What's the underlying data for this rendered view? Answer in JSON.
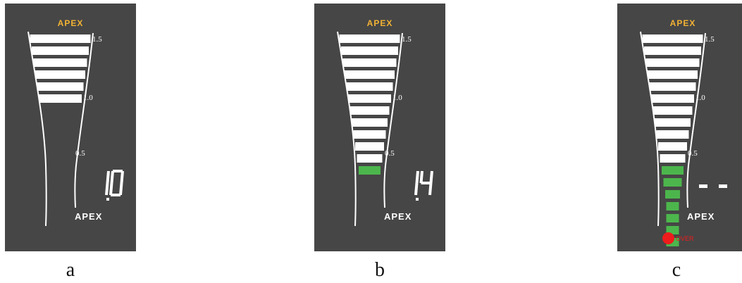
{
  "colors": {
    "panel": "#464646",
    "segment_on": "#ffffff",
    "segment_green": "#4cb64c",
    "brand": "#f2b233",
    "over": "#ee1c1c"
  },
  "panels": [
    {
      "caption": "a",
      "brand_top": "APEX",
      "brand_bottom": "APEX",
      "scale_labels": [
        "1.5",
        "1.0",
        "0.5"
      ],
      "readout": "1.0",
      "readout_type": "digits",
      "white_bars": 6,
      "green_bars": 0,
      "over_visible": false
    },
    {
      "caption": "b",
      "brand_top": "APEX",
      "brand_bottom": "APEX",
      "scale_labels": [
        "1.5",
        "1.0",
        "0.5"
      ],
      "readout": "1.4",
      "readout_type": "digits",
      "white_bars": 11,
      "green_bars": 1,
      "over_visible": false
    },
    {
      "caption": "c",
      "brand_top": "APEX",
      "brand_bottom": "APEX",
      "scale_labels": [
        "1.5",
        "1.0",
        "0.5"
      ],
      "readout": "- -",
      "readout_type": "dashes",
      "white_bars": 11,
      "green_bars": 7,
      "over_visible": true,
      "over_label": "OVER"
    }
  ]
}
